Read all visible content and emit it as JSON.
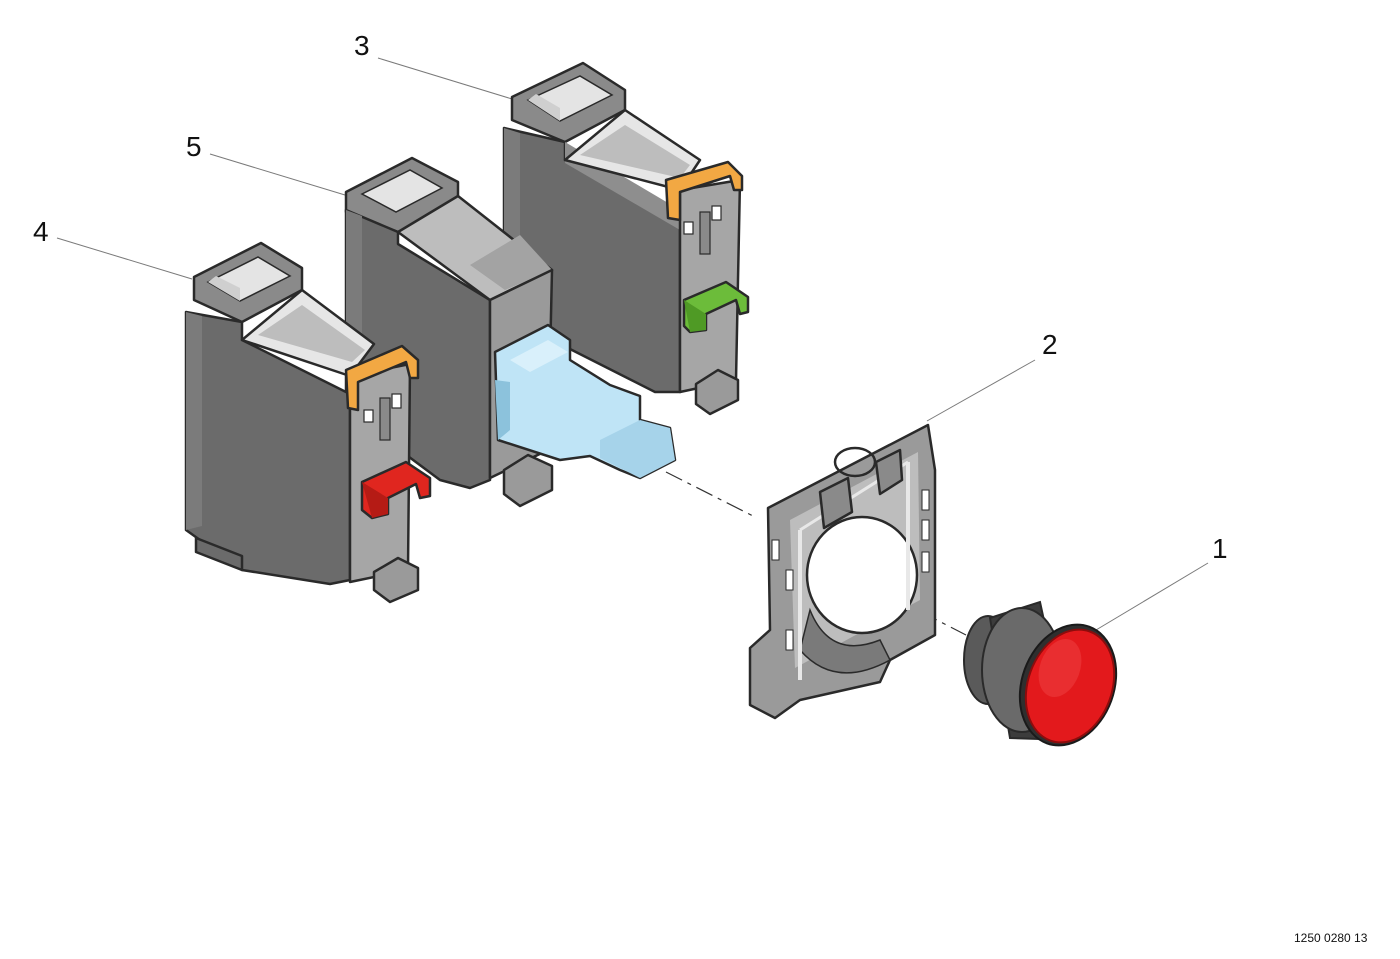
{
  "callouts": [
    {
      "number": "1",
      "part": "pushbutton-red"
    },
    {
      "number": "2",
      "part": "mounting-adapter"
    },
    {
      "number": "3",
      "part": "contact-block-green"
    },
    {
      "number": "4",
      "part": "contact-block-red"
    },
    {
      "number": "5",
      "part": "light-block"
    }
  ],
  "document_number": "1250 0280 13",
  "colors": {
    "body_dark": "#6b6b6b",
    "body_mid": "#8a8a8a",
    "body_light": "#bdbdbd",
    "face_light": "#e4e4e4",
    "accent_red": "#e0261f",
    "accent_green": "#6cbc3a",
    "accent_orange": "#f2a843",
    "light_blue": "#bfe4f6",
    "button_red": "#e3191c",
    "bezel": "#4a4a4a"
  }
}
